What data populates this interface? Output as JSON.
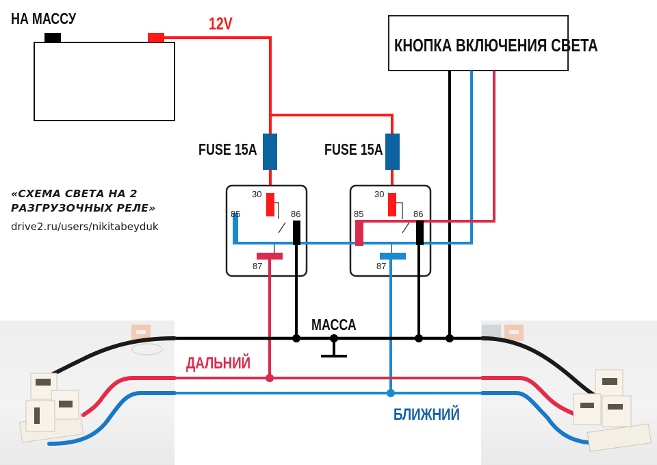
{
  "battery": {
    "ground_label": "НА МАССУ",
    "voltage_label": "12V"
  },
  "fuses": [
    {
      "label": "FUSE 15A"
    },
    {
      "label": "FUSE 15A"
    }
  ],
  "relays": [
    {
      "pins": {
        "p30": "30",
        "p85": "85",
        "p86": "86",
        "p87": "87"
      }
    },
    {
      "pins": {
        "p30": "30",
        "p85": "85",
        "p86": "86",
        "p87": "87"
      }
    }
  ],
  "switch": {
    "label": "КНОПКА ВКЛЮЧЕНИЯ СВЕТА"
  },
  "caption": {
    "line1": "«СХЕМА СВЕТА НА 2",
    "line2": "РАЗГРУЗОЧНЫХ РЕЛЕ»",
    "url": "drive2.ru/users/nikitabeyduk"
  },
  "ground": {
    "label": "МАССА"
  },
  "beams": {
    "high": "ДАЛЬНИЙ",
    "low": "БЛИЖНИЙ"
  },
  "colors": {
    "power_red": "#ff1a1a",
    "high_beam_red": "#dc2a4a",
    "low_beam_blue": "#1a8ad0",
    "fuse_blue": "#0d62a0",
    "ground_black": "#000000",
    "low_beam_text": "#1560a8"
  }
}
